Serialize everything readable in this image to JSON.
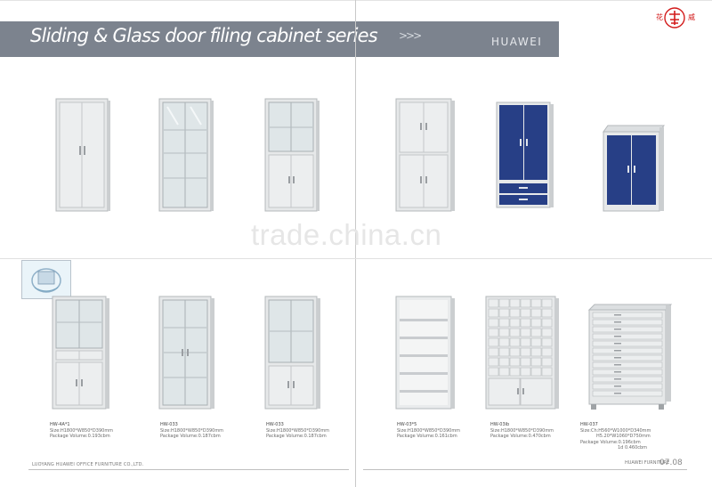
{
  "header": {
    "title": "Sliding & Glass door filing cabinet series",
    "chevrons": ">>>",
    "brand": "HUAWEI",
    "logo_chars": [
      "花",
      "威"
    ]
  },
  "watermark": "trade.china.cn",
  "colors": {
    "banner": "#7c838e",
    "cabinet": "#e4e6e7",
    "cabinet_blue": "#273f86",
    "logo_red": "#d31c1c"
  },
  "products": [
    {
      "code": "",
      "size": "",
      "volume": ""
    },
    {
      "code": "",
      "size": "",
      "volume": ""
    },
    {
      "code": "",
      "size": "",
      "volume": ""
    },
    {
      "code": "",
      "size": "",
      "volume": ""
    },
    {
      "code": "",
      "size": "",
      "volume": ""
    },
    {
      "code": "",
      "size": "",
      "volume": ""
    },
    {
      "code": "HW-4A*1",
      "size": "Size:H1800*W850*D390mm",
      "volume": "Package Volume:0.193cbm"
    },
    {
      "code": "HW-033",
      "size": "Size:H1800*W850*D390mm",
      "volume": "Package Volume:0.187cbm"
    },
    {
      "code": "HW-033",
      "size": "Size:H1800*W850*D390mm",
      "volume": "Package Volume:0.187cbm"
    },
    {
      "code": "HW-03*5",
      "size": "Size:H1800*W850*D390mm",
      "volume": "Package Volume:0.161cbm"
    },
    {
      "code": "HW-03ib",
      "size": "Size:H1800*W850*D390mm",
      "volume": "Package Volume:0.470cbm"
    },
    {
      "code": "HW-037",
      "size": "Size:Ch:H560*W1000*D340mm",
      "size2": "H5.20*W1060*D750mm",
      "volume": "Package Volume:0.196cbm",
      "volume2": "1d 0.460cbm"
    }
  ],
  "footer": {
    "company": "LUOYANG HUAWEI OFFICE FURNITURE CO.,LTD.",
    "brand": "HUAWEI FURNITURE",
    "page": "07.08"
  }
}
